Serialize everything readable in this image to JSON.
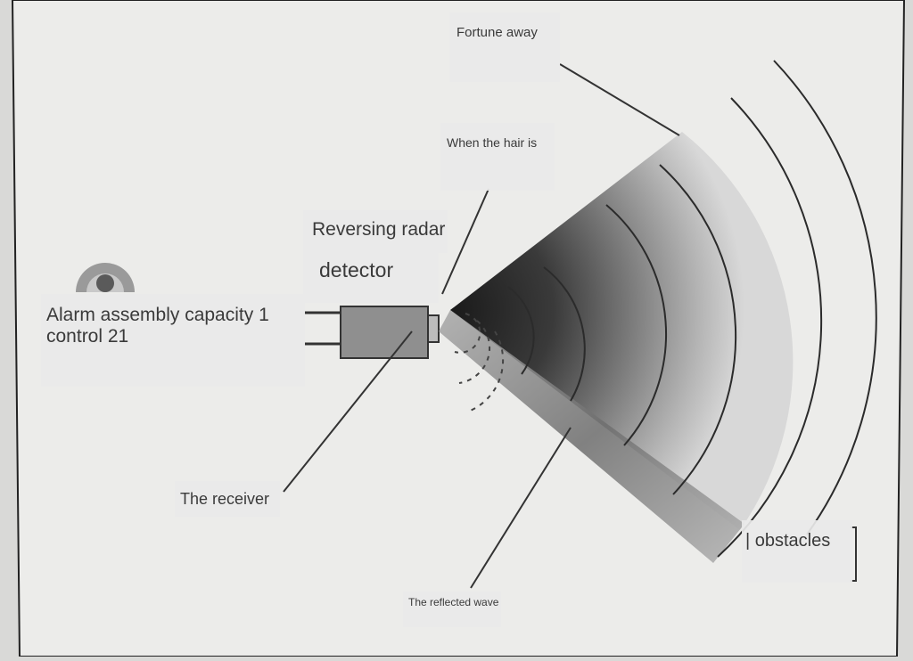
{
  "labels": {
    "fortune_away": "Fortune away",
    "when_hair_is": "When the hair is",
    "reversing_radar": "Reversing radar",
    "detector": "detector",
    "alarm_assembly": "Alarm assembly capacity 1 control 21",
    "receiver": "The receiver",
    "obstacles": "| obstacles",
    "reflected_wave": "The reflected wave"
  },
  "colors": {
    "background": "#d9d9d7",
    "paper": "#ececea",
    "beam_dark": "#2a2a2a",
    "beam_mid": "#8a8a8a",
    "arc": "#2b2b2b",
    "obstacle": "#9a9a9a",
    "sensor": "#8f8f8f"
  }
}
